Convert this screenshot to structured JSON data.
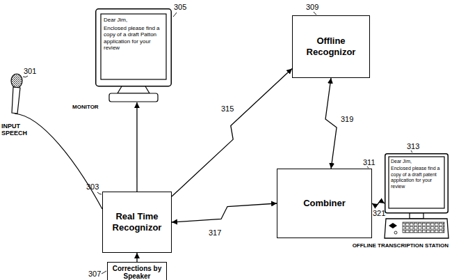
{
  "diagram": {
    "nodes": [
      {
        "text": [
          "Dear Jim,",
          "Enclosed please find a copy of a draft Patton application for your review",
          "MONITOR"
        ]
      },
      {
        "text": [
          "Offline Recognizor"
        ]
      },
      {
        "text": [
          "Real Time Recognizor"
        ]
      },
      {
        "text": [
          "Combiner"
        ]
      },
      {
        "text": [
          "Dear Jim,",
          "Enclosed please find a copy of a draft patent application for your review",
          "OFFLINE TRANSCRIPTION STATION"
        ]
      },
      {
        "text": [
          "Corrections by Speaker"
        ]
      }
    ],
    "edges": [
      {
        "from": 2,
        "to": 0,
        "arrow": "to"
      },
      {
        "from": 2,
        "to": 1,
        "arrow": "to"
      },
      {
        "from": 2,
        "to": 3,
        "arrow": "both"
      },
      {
        "from": 1,
        "to": 3,
        "arrow": "both"
      },
      {
        "from": 3,
        "to": 4,
        "arrow": "both"
      },
      {
        "from": 5,
        "to": 2,
        "arrow": "to"
      }
    ],
    "labels": [
      "301",
      "INPUT SPEECH",
      "303",
      "305",
      "307",
      "309",
      "311",
      "313",
      "315",
      "317",
      "319",
      "321"
    ]
  }
}
